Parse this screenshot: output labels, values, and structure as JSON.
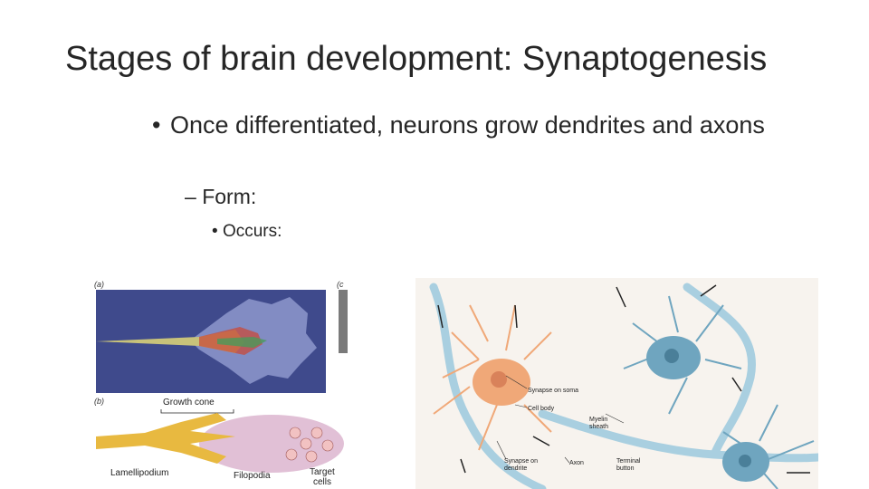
{
  "slide": {
    "title": "Stages of brain development: Synaptogenesis",
    "bullets": [
      {
        "marker": "•",
        "text": "Once differentiated, neurons grow dendrites and axons"
      },
      {
        "marker": "–",
        "text": "Form:"
      },
      {
        "marker": "•",
        "text": "Occurs:"
      }
    ]
  },
  "figure_left": {
    "panel_a_label": "(a)",
    "panel_b_label": "(b)",
    "panel_c_label": "(c",
    "growth_cone_label": "Growth cone",
    "lamellipodium_label": "Lamellipodium",
    "filopodia_label": "Filopodia",
    "target_cells_label": [
      "Target",
      "cells"
    ]
  },
  "figure_right": {
    "labels": {
      "synapse_on_soma": "Synapse on soma",
      "cell_body": "Cell body",
      "myelin_sheath": [
        "Myelin",
        "sheath"
      ],
      "synapse_on_dendrite": [
        "Synapse on",
        "dendrite"
      ],
      "axon": "Axon",
      "terminal_button": [
        "Terminal",
        "button"
      ]
    }
  },
  "colors": {
    "title_text": "#262626",
    "panel_a_bg": "#3f4a8c",
    "neuron_orange": "#f0a878",
    "neuron_blue": "#6fa5bf",
    "growth_cone_yellow": "#e8b940"
  }
}
